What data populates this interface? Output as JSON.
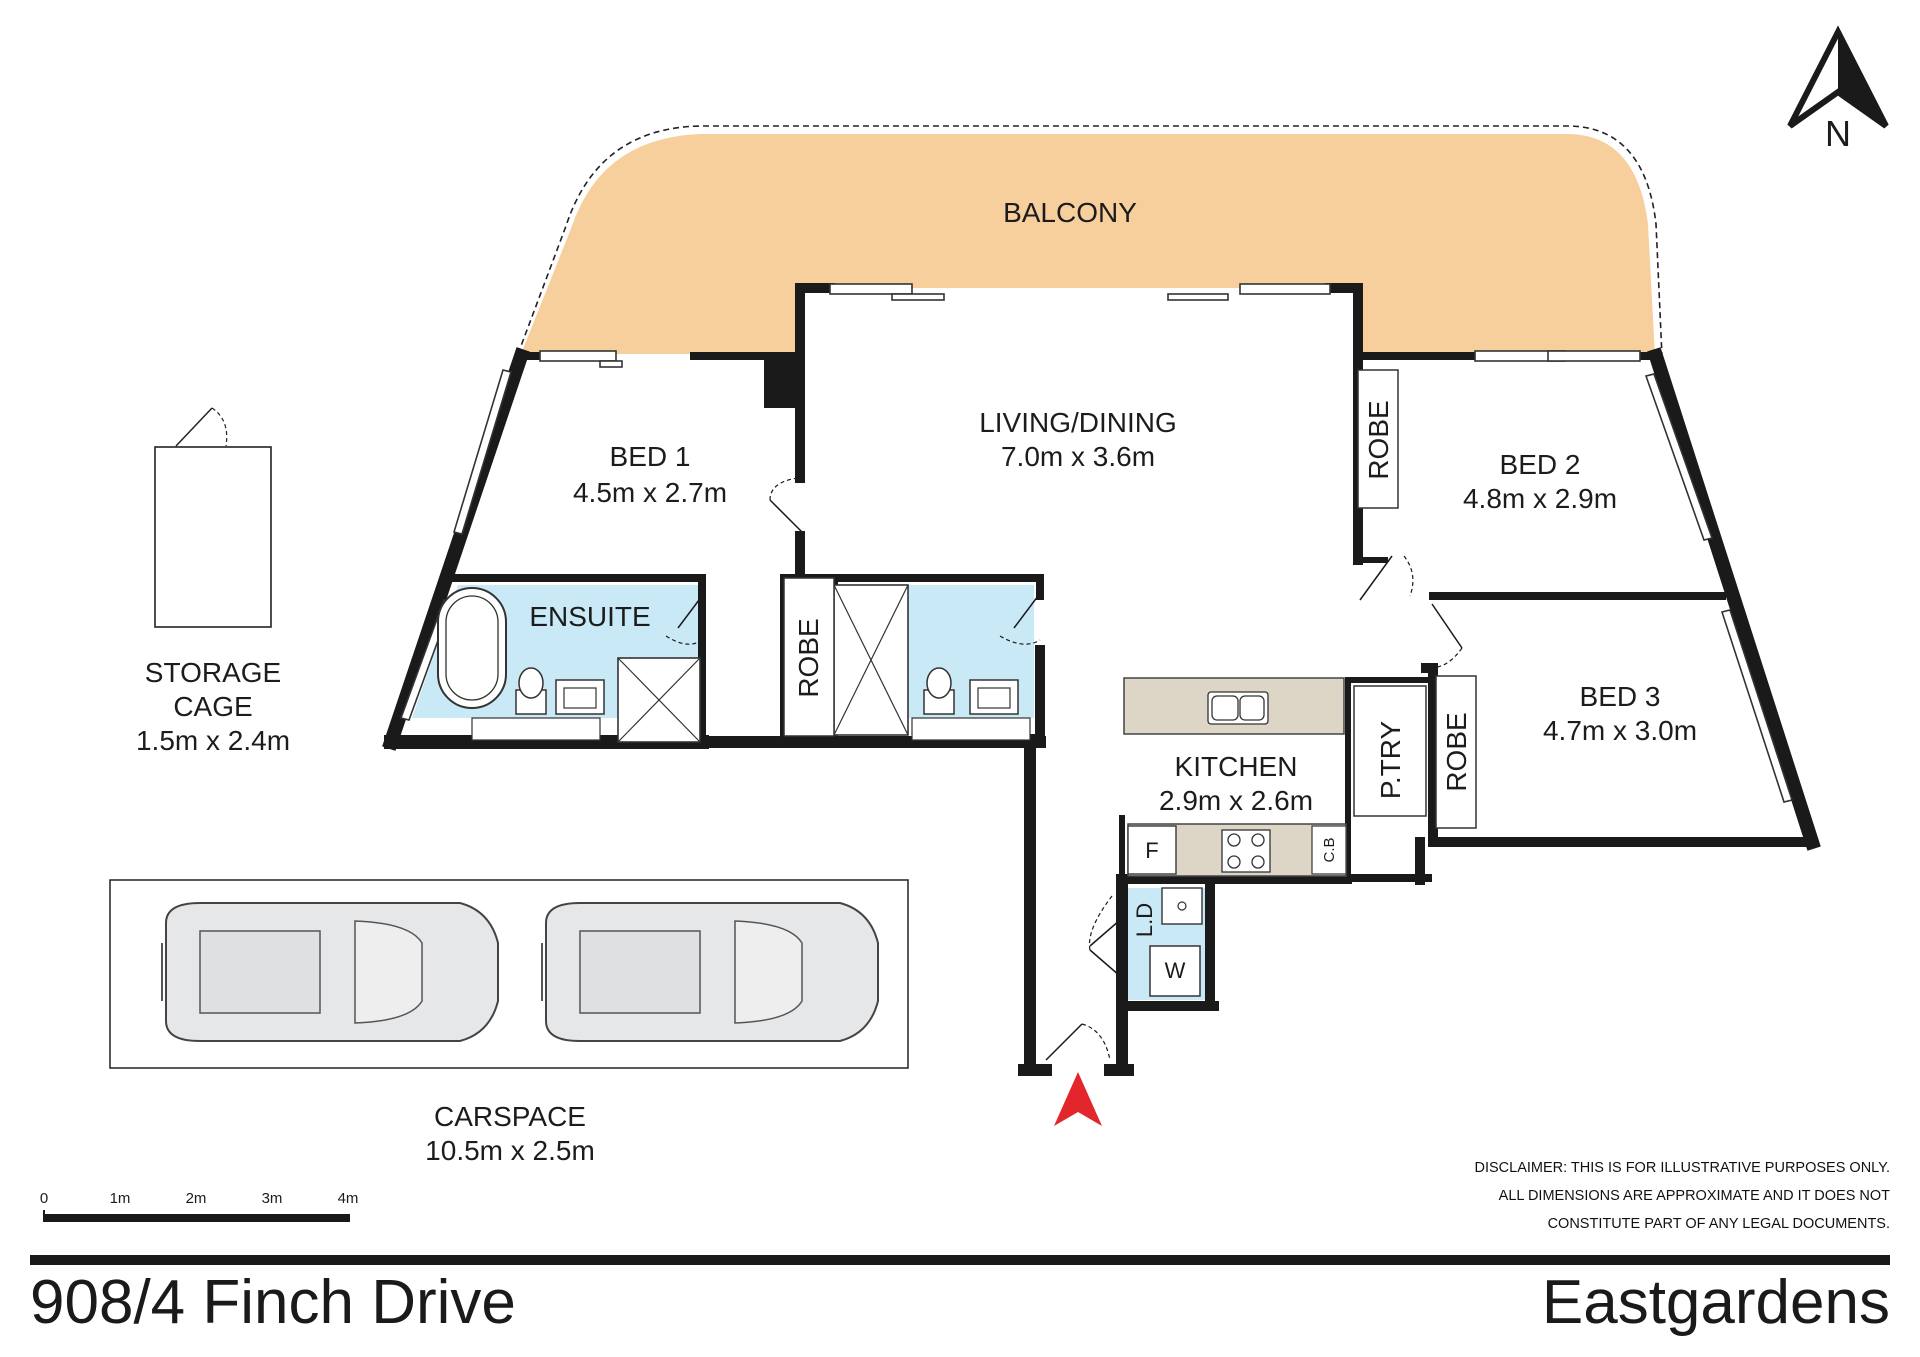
{
  "rooms": {
    "balcony": {
      "name": "BALCONY"
    },
    "living": {
      "name": "LIVING/DINING",
      "dims": "7.0m x 3.6m"
    },
    "bed1": {
      "name": "BED 1",
      "dims": "4.5m x 2.7m"
    },
    "bed2": {
      "name": "BED 2",
      "dims": "4.8m x 2.9m"
    },
    "bed3": {
      "name": "BED 3",
      "dims": "4.7m x 3.0m"
    },
    "kitchen": {
      "name": "KITCHEN",
      "dims": "2.9m x 2.6m"
    },
    "ensuite": {
      "name": "ENSUITE"
    },
    "storage": {
      "name_line1": "STORAGE",
      "name_line2": "CAGE",
      "dims": "1.5m x 2.4m"
    },
    "carspace": {
      "name": "CARSPACE",
      "dims": "10.5m x 2.5m"
    }
  },
  "fixtures": {
    "robe": "ROBE",
    "pantry": "P.TRY",
    "laundry": "L.D",
    "fridge": "F",
    "washer": "W",
    "cupboard": "C.B"
  },
  "compass": {
    "north_label": "N"
  },
  "scale_bar": {
    "labels": [
      "0",
      "1m",
      "2m",
      "3m",
      "4m"
    ]
  },
  "disclaimer": {
    "line1": "DISCLAIMER: THIS IS FOR ILLUSTRATIVE PURPOSES ONLY.",
    "line2": "ALL DIMENSIONS ARE APPROXIMATE AND IT DOES NOT",
    "line3": "CONSTITUTE PART OF ANY LEGAL DOCUMENTS."
  },
  "footer": {
    "address": "908/4 Finch Drive",
    "suburb": "Eastgardens"
  },
  "colors": {
    "balcony": "#f7cf9d",
    "wet_area": "#c9e9f6",
    "benchtop": "#ddd5c5",
    "wall": "#1a1a1a",
    "entry_arrow": "#e3262c"
  }
}
